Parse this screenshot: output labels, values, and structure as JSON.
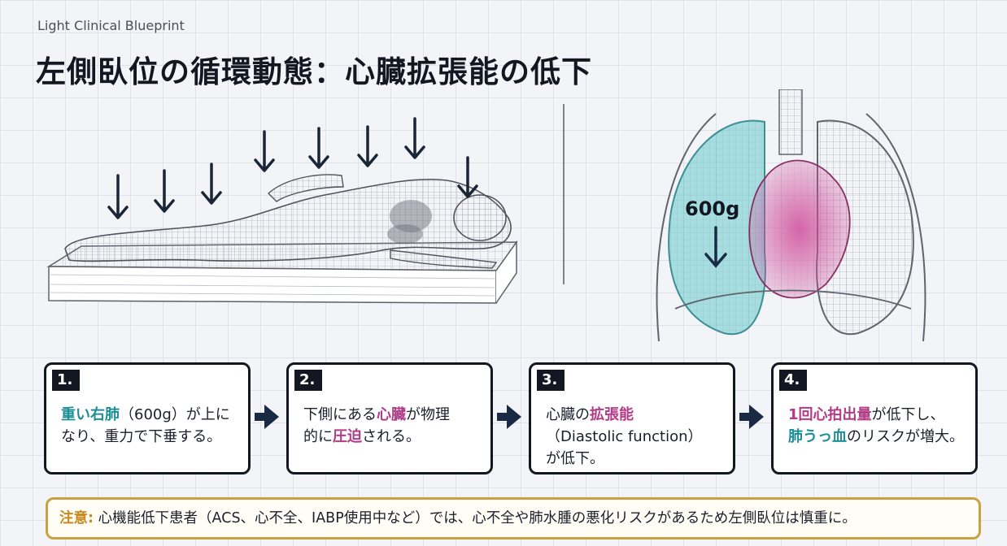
{
  "header": {
    "brand": "Light Clinical Blueprint",
    "title": "左側臥位の循環動態：心臓拡張能の低下"
  },
  "illustration": {
    "lung_weight_label": "600g"
  },
  "steps": [
    {
      "number": "1.",
      "parts": [
        {
          "text": "重い右肺",
          "style": "teal"
        },
        {
          "text": "（600g）が上に",
          "style": "plain"
        },
        {
          "text": "なり、重力で下垂する。",
          "style": "plain",
          "br": true
        }
      ]
    },
    {
      "number": "2.",
      "parts": [
        {
          "text": "下側にある",
          "style": "plain"
        },
        {
          "text": "心臓",
          "style": "mag"
        },
        {
          "text": "が物理",
          "style": "plain"
        },
        {
          "text": "的に",
          "style": "plain",
          "br": true
        },
        {
          "text": "圧迫",
          "style": "mag"
        },
        {
          "text": "される。",
          "style": "plain"
        }
      ]
    },
    {
      "number": "3.",
      "parts": [
        {
          "text": "心臓の",
          "style": "plain"
        },
        {
          "text": "拡張能",
          "style": "mag"
        },
        {
          "text": "（Diastolic function）",
          "style": "plain",
          "br": true
        },
        {
          "text": "が低下。",
          "style": "plain",
          "br": true
        }
      ]
    },
    {
      "number": "4.",
      "parts": [
        {
          "text": "1回心拍出量",
          "style": "mag"
        },
        {
          "text": "が低下し、",
          "style": "plain"
        },
        {
          "text": "肺うっ血",
          "style": "teal",
          "br": true
        },
        {
          "text": "のリスクが増大。",
          "style": "plain"
        }
      ]
    }
  ],
  "notice": {
    "label": "注意:",
    "text": " 心機能低下患者（ACS、心不全、IABP使用中など）では、心不全や肺水腫の悪化リスクがあるため左側臥位は慎重に。"
  },
  "colors": {
    "teal": "#1d8f95",
    "magenta": "#b13b86",
    "dark": "#121721",
    "notice_border": "#c9a23f"
  }
}
